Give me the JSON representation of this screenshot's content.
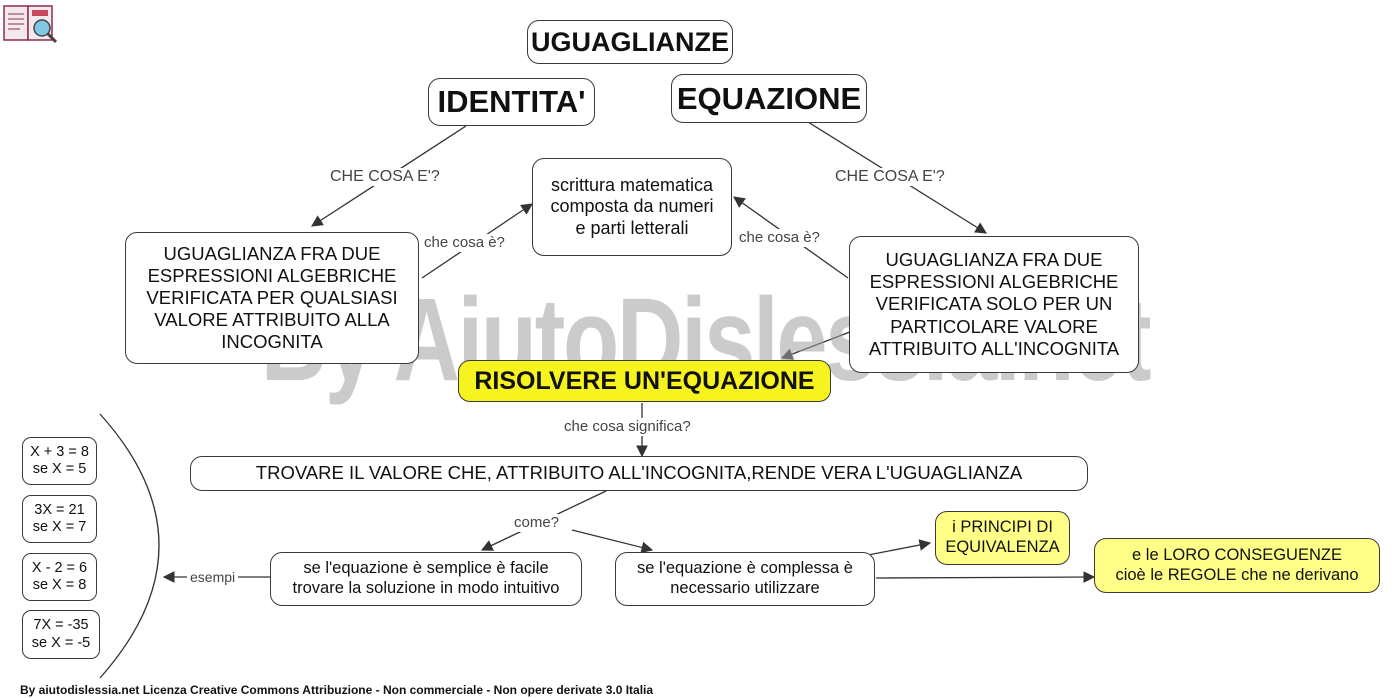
{
  "title": "UGUAGLIANZE",
  "nodes": {
    "identita": "IDENTITA'",
    "equazione": "EQUAZIONE",
    "scrittura": "scrittura matematica\ncomposta da numeri\ne parti letterali",
    "def_identita": "UGUAGLIANZA FRA DUE\nESPRESSIONI ALGEBRICHE\nVERIFICATA PER QUALSIASI\nVALORE ATTRIBUITO ALLA\nINCOGNITA",
    "def_equazione": "UGUAGLIANZA FRA DUE\nESPRESSIONI ALGEBRICHE\nVERIFICATA SOLO PER UN\nPARTICOLARE VALORE\nATTRIBUITO ALL'INCOGNITA",
    "risolvere": "RISOLVERE UN'EQUAZIONE",
    "trovare": "TROVARE IL VALORE CHE, ATTRIBUITO ALL'INCOGNITA,RENDE VERA L'UGUAGLIANZA",
    "semplice": "se l'equazione è semplice è facile\ntrovare la soluzione in modo intuitivo",
    "complessa": "se l'equazione è complessa è\nnecessario utilizzare",
    "principi": "i PRINCIPI DI\nEQUIVALENZA",
    "conseguenze": "e le LORO CONSEGUENZE\ncioè le REGOLE che ne derivano"
  },
  "examples": [
    "X + 3 = 8\nse X = 5",
    "3X = 21\nse X = 7",
    "X - 2 = 6\nse X = 8",
    "7X = -35\nse X = -5"
  ],
  "labels": {
    "che_cosa_e_left": "CHE COSA E'?",
    "che_cosa_e_right": "CHE COSA E'?",
    "che_cosa_e_small_left": "che cosa è?",
    "che_cosa_e_small_right": "che cosa è?",
    "che_cosa_significa": "che cosa significa?",
    "come": "come?",
    "esempi": "esempi"
  },
  "watermark": "By AiutoDislessia.net",
  "footer": "By aiutodislessia.net Licenza Creative Commons Attribuzione - Non commerciale - Non opere derivate 3.0 Italia",
  "colors": {
    "highlight": "#f7f31f",
    "highlight_light": "#ffff88",
    "border": "#3a3a3a"
  }
}
